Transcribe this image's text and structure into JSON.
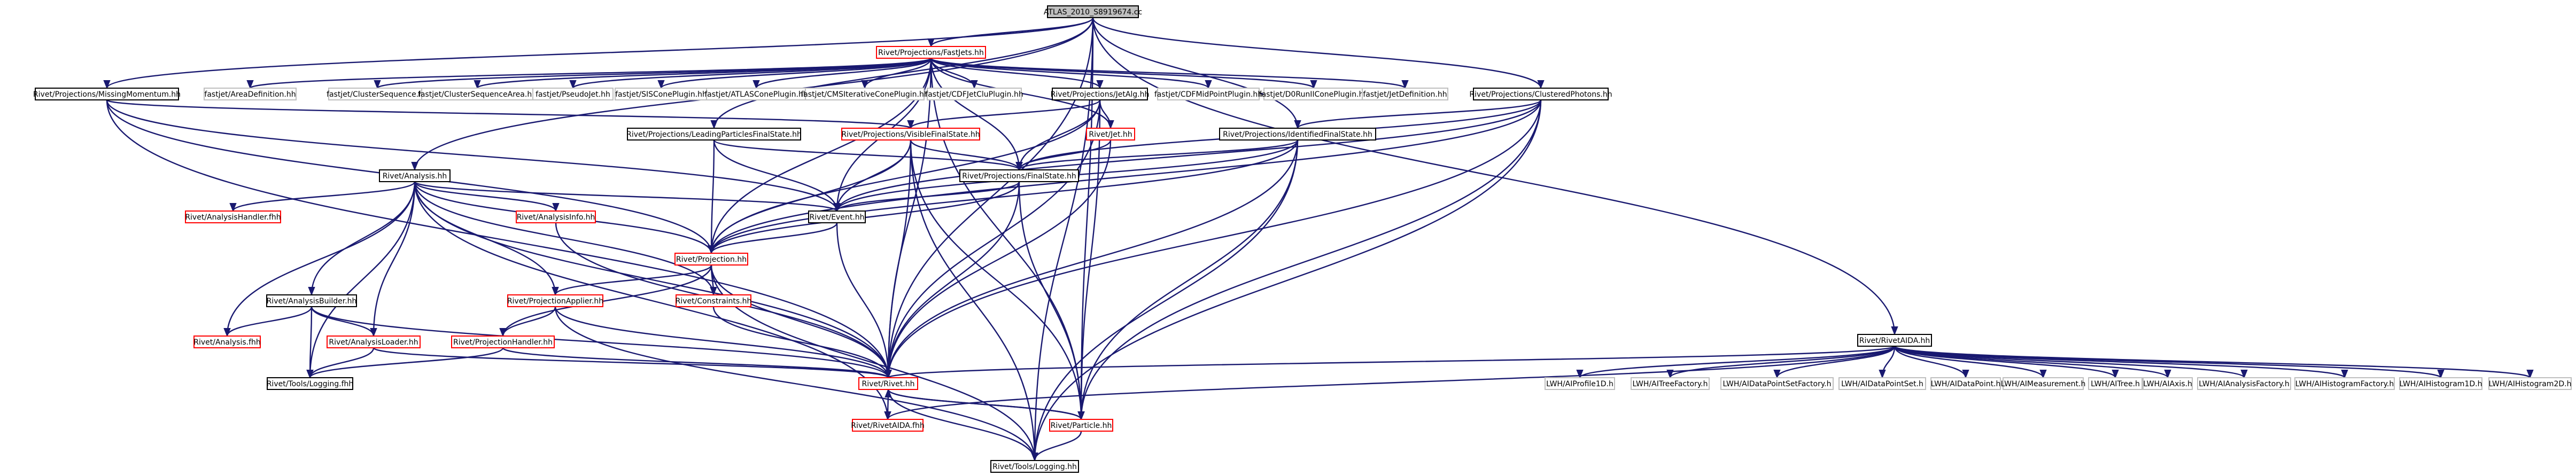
{
  "colors": {
    "edge": "#191970",
    "box_black": "#000000",
    "box_red": "#ff0000",
    "box_gray": "#bfbfbf",
    "root_fill": "#bfbfbf",
    "text": "#000000"
  },
  "nodes": [
    {
      "id": "root",
      "label": "ATLAS_2010_S8919674.cc",
      "style": "root"
    },
    {
      "id": "fastjets",
      "label": "Rivet/Projections/FastJets.hh",
      "style": "red"
    },
    {
      "id": "missmom",
      "label": "Rivet/Projections/MissingMomentum.hh",
      "style": "black"
    },
    {
      "id": "areadef",
      "label": "fastjet/AreaDefinition.hh",
      "style": "gray"
    },
    {
      "id": "clseq",
      "label": "fastjet/ClusterSequence.hh",
      "style": "gray"
    },
    {
      "id": "clseqarea",
      "label": "fastjet/ClusterSequenceArea.hh",
      "style": "gray"
    },
    {
      "id": "pseudojet",
      "label": "fastjet/PseudoJet.hh",
      "style": "gray"
    },
    {
      "id": "siscone",
      "label": "fastjet/SISConePlugin.hh",
      "style": "gray"
    },
    {
      "id": "atlascone",
      "label": "fastjet/ATLASConePlugin.hh",
      "style": "gray"
    },
    {
      "id": "cmsiter",
      "label": "fastjet/CMSIterativeConePlugin.hh",
      "style": "gray"
    },
    {
      "id": "cdfjetclu",
      "label": "fastjet/CDFJetCluPlugin.hh",
      "style": "gray"
    },
    {
      "id": "jetalg",
      "label": "Rivet/Projections/JetAlg.hh",
      "style": "black"
    },
    {
      "id": "cdfmid",
      "label": "fastjet/CDFMidPointPlugin.hh",
      "style": "gray"
    },
    {
      "id": "d0run",
      "label": "fastjet/D0RunIIConePlugin.hh",
      "style": "gray"
    },
    {
      "id": "jetdef",
      "label": "fastjet/JetDefinition.hh",
      "style": "gray"
    },
    {
      "id": "clphot",
      "label": "Rivet/Projections/ClusteredPhotons.hh",
      "style": "black"
    },
    {
      "id": "leadfs",
      "label": "Rivet/Projections/LeadingParticlesFinalState.hh",
      "style": "black"
    },
    {
      "id": "visfs",
      "label": "Rivet/Projections/VisibleFinalState.hh",
      "style": "red"
    },
    {
      "id": "jethh",
      "label": "Rivet/Jet.hh",
      "style": "red"
    },
    {
      "id": "idfs",
      "label": "Rivet/Projections/IdentifiedFinalState.hh",
      "style": "black"
    },
    {
      "id": "analysis",
      "label": "Rivet/Analysis.hh",
      "style": "black"
    },
    {
      "id": "finalstate",
      "label": "Rivet/Projections/FinalState.hh",
      "style": "black"
    },
    {
      "id": "ahandler",
      "label": "Rivet/AnalysisHandler.fhh",
      "style": "red"
    },
    {
      "id": "event",
      "label": "Rivet/Event.hh",
      "style": "black"
    },
    {
      "id": "ainfo",
      "label": "Rivet/AnalysisInfo.hh",
      "style": "red"
    },
    {
      "id": "projection",
      "label": "Rivet/Projection.hh",
      "style": "red"
    },
    {
      "id": "abuilder",
      "label": "Rivet/AnalysisBuilder.hh",
      "style": "black"
    },
    {
      "id": "projapplier",
      "label": "Rivet/ProjectionApplier.hh",
      "style": "red"
    },
    {
      "id": "constraints",
      "label": "Rivet/Constraints.hh",
      "style": "red"
    },
    {
      "id": "analysisfhh",
      "label": "Rivet/Analysis.fhh",
      "style": "red"
    },
    {
      "id": "aloader",
      "label": "Rivet/AnalysisLoader.hh",
      "style": "red"
    },
    {
      "id": "projhandler",
      "label": "Rivet/ProjectionHandler.hh",
      "style": "red"
    },
    {
      "id": "logfhh",
      "label": "Rivet/Tools/Logging.fhh",
      "style": "black"
    },
    {
      "id": "rivethh",
      "label": "Rivet/Rivet.hh",
      "style": "red"
    },
    {
      "id": "rivetaida",
      "label": "Rivet/RivetAIDA.fhh",
      "style": "red"
    },
    {
      "id": "particle",
      "label": "Rivet/Particle.hh",
      "style": "red"
    },
    {
      "id": "loghh",
      "label": "Rivet/Tools/Logging.hh",
      "style": "black"
    },
    {
      "id": "aidahh",
      "label": "Rivet/RivetAIDA.hh",
      "style": "black"
    },
    {
      "id": "profile1d",
      "label": "LWH/AIProfile1D.h",
      "style": "gray"
    },
    {
      "id": "treefac",
      "label": "LWH/AITreeFactory.h",
      "style": "gray"
    },
    {
      "id": "dpsfac",
      "label": "LWH/AIDataPointSetFactory.h",
      "style": "gray"
    },
    {
      "id": "dps",
      "label": "LWH/AIDataPointSet.h",
      "style": "gray"
    },
    {
      "id": "dp",
      "label": "LWH/AIDataPoint.h",
      "style": "gray"
    },
    {
      "id": "meas",
      "label": "LWH/AIMeasurement.h",
      "style": "gray"
    },
    {
      "id": "tree",
      "label": "LWH/AITree.h",
      "style": "gray"
    },
    {
      "id": "axis",
      "label": "LWH/AIAxis.h",
      "style": "gray"
    },
    {
      "id": "anfac",
      "label": "LWH/AIAnalysisFactory.h",
      "style": "gray"
    },
    {
      "id": "histfac",
      "label": "LWH/AIHistogramFactory.h",
      "style": "gray"
    },
    {
      "id": "h1d",
      "label": "LWH/AIHistogram1D.h",
      "style": "gray"
    },
    {
      "id": "h2d",
      "label": "LWH/AIHistogram2D.h",
      "style": "gray"
    }
  ],
  "edges": [
    [
      "root",
      "fastjets"
    ],
    [
      "root",
      "analysis"
    ],
    [
      "root",
      "missmom"
    ],
    [
      "root",
      "clphot"
    ],
    [
      "root",
      "leadfs"
    ],
    [
      "root",
      "idfs"
    ],
    [
      "root",
      "aidahh"
    ],
    [
      "root",
      "loghh"
    ],
    [
      "root",
      "rivethh"
    ],
    [
      "root",
      "particle"
    ],
    [
      "fastjets",
      "areadef"
    ],
    [
      "fastjets",
      "clseq"
    ],
    [
      "fastjets",
      "clseqarea"
    ],
    [
      "fastjets",
      "pseudojet"
    ],
    [
      "fastjets",
      "siscone"
    ],
    [
      "fastjets",
      "atlascone"
    ],
    [
      "fastjets",
      "cmsiter"
    ],
    [
      "fastjets",
      "cdfjetclu"
    ],
    [
      "fastjets",
      "jetalg"
    ],
    [
      "fastjets",
      "cdfmid"
    ],
    [
      "fastjets",
      "d0run"
    ],
    [
      "fastjets",
      "jetdef"
    ],
    [
      "fastjets",
      "rivethh"
    ],
    [
      "fastjets",
      "particle"
    ],
    [
      "fastjets",
      "jethh"
    ],
    [
      "fastjets",
      "projection"
    ],
    [
      "fastjets",
      "event"
    ],
    [
      "fastjets",
      "finalstate"
    ],
    [
      "missmom",
      "visfs"
    ],
    [
      "missmom",
      "projection"
    ],
    [
      "missmom",
      "event"
    ],
    [
      "missmom",
      "rivethh"
    ],
    [
      "jetalg",
      "visfs"
    ],
    [
      "jetalg",
      "jethh"
    ],
    [
      "jetalg",
      "finalstate"
    ],
    [
      "jetalg",
      "projection"
    ],
    [
      "jetalg",
      "particle"
    ],
    [
      "jetalg",
      "rivethh"
    ],
    [
      "clphot",
      "idfs"
    ],
    [
      "clphot",
      "finalstate"
    ],
    [
      "clphot",
      "projection"
    ],
    [
      "clphot",
      "event"
    ],
    [
      "clphot",
      "rivethh"
    ],
    [
      "clphot",
      "particle"
    ],
    [
      "clphot",
      "loghh"
    ],
    [
      "leadfs",
      "finalstate"
    ],
    [
      "leadfs",
      "projection"
    ],
    [
      "leadfs",
      "event"
    ],
    [
      "visfs",
      "finalstate"
    ],
    [
      "visfs",
      "projection"
    ],
    [
      "visfs",
      "event"
    ],
    [
      "visfs",
      "particle"
    ],
    [
      "visfs",
      "rivethh"
    ],
    [
      "visfs",
      "loghh"
    ],
    [
      "jethh",
      "finalstate"
    ],
    [
      "jethh",
      "rivethh"
    ],
    [
      "idfs",
      "finalstate"
    ],
    [
      "idfs",
      "projection"
    ],
    [
      "idfs",
      "event"
    ],
    [
      "idfs",
      "rivethh"
    ],
    [
      "idfs",
      "particle"
    ],
    [
      "idfs",
      "loghh"
    ],
    [
      "analysis",
      "ahandler"
    ],
    [
      "analysis",
      "event"
    ],
    [
      "analysis",
      "ainfo"
    ],
    [
      "analysis",
      "projection"
    ],
    [
      "analysis",
      "abuilder"
    ],
    [
      "analysis",
      "projapplier"
    ],
    [
      "analysis",
      "constraints"
    ],
    [
      "analysis",
      "analysisfhh"
    ],
    [
      "analysis",
      "aloader"
    ],
    [
      "analysis",
      "logfhh"
    ],
    [
      "analysis",
      "rivethh"
    ],
    [
      "analysis",
      "rivetaida"
    ],
    [
      "finalstate",
      "projection"
    ],
    [
      "finalstate",
      "event"
    ],
    [
      "finalstate",
      "rivethh"
    ],
    [
      "finalstate",
      "particle"
    ],
    [
      "event",
      "projection"
    ],
    [
      "event",
      "rivethh"
    ],
    [
      "ainfo",
      "rivethh"
    ],
    [
      "projection",
      "projapplier"
    ],
    [
      "projection",
      "constraints"
    ],
    [
      "projection",
      "projhandler"
    ],
    [
      "projection",
      "rivethh"
    ],
    [
      "projection",
      "loghh"
    ],
    [
      "abuilder",
      "analysisfhh"
    ],
    [
      "abuilder",
      "aloader"
    ],
    [
      "abuilder",
      "logfhh"
    ],
    [
      "abuilder",
      "rivethh"
    ],
    [
      "projapplier",
      "projhandler"
    ],
    [
      "projapplier",
      "rivethh"
    ],
    [
      "projapplier",
      "loghh"
    ],
    [
      "constraints",
      "rivethh"
    ],
    [
      "aloader",
      "logfhh"
    ],
    [
      "aloader",
      "rivethh"
    ],
    [
      "projhandler",
      "logfhh"
    ],
    [
      "projhandler",
      "rivethh"
    ],
    [
      "rivethh",
      "rivetaida"
    ],
    [
      "rivethh",
      "particle"
    ],
    [
      "particle",
      "rivethh"
    ],
    [
      "particle",
      "loghh"
    ],
    [
      "loghh",
      "rivethh"
    ],
    [
      "aidahh",
      "profile1d"
    ],
    [
      "aidahh",
      "treefac"
    ],
    [
      "aidahh",
      "dpsfac"
    ],
    [
      "aidahh",
      "dps"
    ],
    [
      "aidahh",
      "dp"
    ],
    [
      "aidahh",
      "meas"
    ],
    [
      "aidahh",
      "tree"
    ],
    [
      "aidahh",
      "axis"
    ],
    [
      "aidahh",
      "anfac"
    ],
    [
      "aidahh",
      "histfac"
    ],
    [
      "aidahh",
      "h1d"
    ],
    [
      "aidahh",
      "h2d"
    ],
    [
      "aidahh",
      "rivethh"
    ],
    [
      "aidahh",
      "rivetaida"
    ]
  ]
}
